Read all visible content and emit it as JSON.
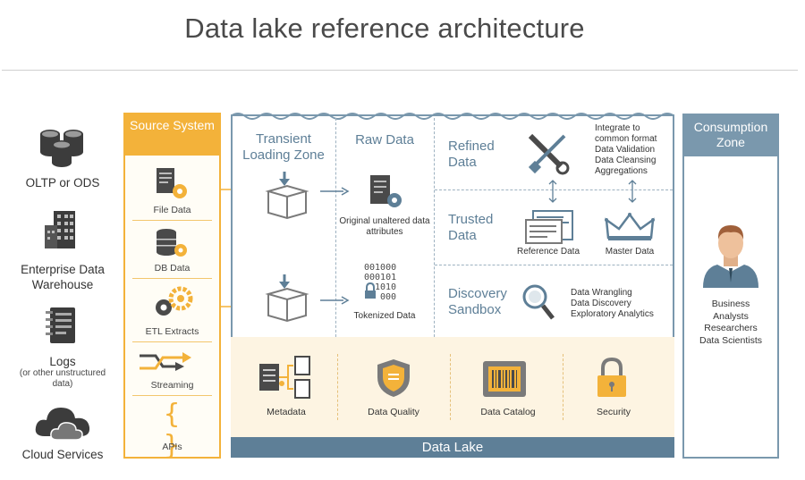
{
  "title": "Data lake reference architecture",
  "sources": [
    {
      "label": "OLTP or ODS",
      "icon": "database-icon"
    },
    {
      "label": "Enterprise Data Warehouse",
      "icon": "building-icon"
    },
    {
      "label": "Logs",
      "sublabel": "(or other unstructured data)",
      "icon": "notebook-icon"
    },
    {
      "label": "Cloud Services",
      "icon": "cloud-icon"
    }
  ],
  "source_system": {
    "header": "Source System",
    "items": [
      "File Data",
      "DB Data",
      "ETL Extracts",
      "Streaming",
      "APIs"
    ]
  },
  "transient": {
    "title": "Transient Loading Zone"
  },
  "raw": {
    "title": "Raw Data",
    "original": "Original unaltered data attributes",
    "binary": [
      "001000",
      "000101",
      "1010",
      "000"
    ],
    "tokenized": "Tokenized Data"
  },
  "refined": {
    "title": "Refined Data",
    "notes": [
      "Integrate to",
      "common format",
      "Data Validation",
      "Data Cleansing",
      "Aggregations"
    ]
  },
  "trusted": {
    "title": "Trusted Data",
    "reference": "Reference Data",
    "master": "Master Data"
  },
  "discovery": {
    "title": "Discovery Sandbox",
    "notes": [
      "Data Wrangling",
      "Data Discovery",
      "Exploratory Analytics"
    ]
  },
  "governance": [
    "Metadata",
    "Data Quality",
    "Data Catalog",
    "Security"
  ],
  "lake_label": "Data Lake",
  "consumption": {
    "header": "Consumption Zone",
    "users": [
      "Business",
      "Analysts",
      "Researchers",
      "Data Scientists"
    ]
  },
  "colors": {
    "orange": "#f3b23a",
    "blue": "#5e7f97",
    "light_blue": "#7a98ad",
    "cream": "#fdf4e2"
  }
}
